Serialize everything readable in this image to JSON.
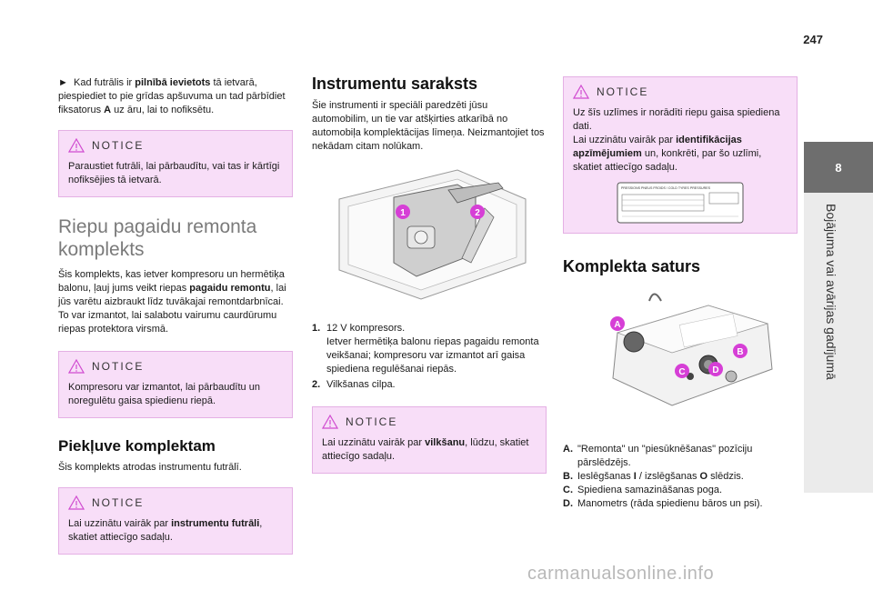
{
  "page": {
    "number": "247",
    "chapter_number": "8",
    "chapter_title": "Bojājuma vai avārijas gadījumā"
  },
  "col1": {
    "intro": {
      "arrow": "►",
      "p1": "Kad futrālis ir ",
      "b1": "pilnībā ievietots",
      "p2": " tā ietvarā, piespiediet to pie grīdas apšuvuma un tad pārbīdiet fiksatorus ",
      "b2": "A",
      "p3": " uz āru, lai to nofiksētu."
    },
    "notice1": {
      "title": "NOTICE",
      "text": "Paraustiet futrāli, lai pārbaudītu, vai tas ir kārtīgi nofiksējies tā ietvarā."
    },
    "section_title_l1": "Riepu pagaidu remonta",
    "section_title_l2": "komplekts",
    "section_text": {
      "p1": "Šis komplekts, kas ietver kompresoru un hermētiķa balonu, ļauj jums veikt riepas ",
      "b1": "pagaidu remontu",
      "p2": ", lai jūs varētu aizbraukt līdz tuvākajai remontdarbnīcai.",
      "p3": "To var izmantot, lai salabotu vairumu caurdūrumu riepas protektora virsmā."
    },
    "notice2": {
      "title": "NOTICE",
      "text": "Kompresoru var izmantot, lai pārbaudītu un noregulētu gaisa spiedienu riepā."
    },
    "access_title": "Piekļuve komplektam",
    "access_text": "Šis komplekts atrodas instrumentu futrālī.",
    "notice3": {
      "title": "NOTICE",
      "p1": "Lai uzzinātu vairāk par ",
      "b1": "instrumentu futrāli",
      "p2": ", skatiet attiecīgo sadaļu."
    }
  },
  "col2": {
    "title": "Instrumentu saraksts",
    "intro": "Šie instrumenti ir speciāli paredzēti jūsu automobilim, un tie var atšķirties atkarībā no automobiļa komplektācijas līmeņa. Neizmantojiet tos nekādam citam nolūkam.",
    "items": [
      {
        "key": "1.",
        "line1": "12 V kompresors.",
        "line2": "Ietver hermētiķa balonu riepas pagaidu remonta veikšanai; kompresoru var izmantot arī gaisa spiediena regulēšanai riepās."
      },
      {
        "key": "2.",
        "line1": "Vilkšanas cilpa.",
        "line2": ""
      }
    ],
    "notice": {
      "title": "NOTICE",
      "p1": "Lai uzzinātu vairāk par ",
      "b1": "vilkšanu",
      "p2": ", lūdzu, skatiet attiecīgo sadaļu."
    },
    "callouts": [
      "1",
      "2"
    ]
  },
  "col3": {
    "notice": {
      "title": "NOTICE",
      "p1": "Uz šīs uzlīmes ir norādīti riepu gaisa spiediena dati.",
      "p2": "Lai uzzinātu vairāk par ",
      "b1": "identifikācijas apzīmējumiem",
      "p3": " un, konkrēti, par šo uzlīmi, skatiet attiecīgo sadaļu."
    },
    "label_header": "PRESSIONS PNEUS FROIDS / COLD TYRES PRESSURES",
    "kit_title": "Komplekta saturs",
    "callouts": [
      "A",
      "B",
      "C",
      "D"
    ],
    "items": [
      {
        "key": "A.",
        "text": "\"Remonta\" un \"piesūknēšanas\" pozīciju pārslēdzējs."
      },
      {
        "key": "B.",
        "p1": "Ieslēgšanas ",
        "b1": "I",
        "p2": " / izslēgšanas ",
        "b2": "O",
        "p3": " slēdzis."
      },
      {
        "key": "C.",
        "text": "Spiediena samazināšanas poga."
      },
      {
        "key": "D.",
        "text": "Manometrs (rāda spiedienu bāros un psi)."
      }
    ]
  },
  "watermark": "carmanualsonline.info",
  "colors": {
    "notice_bg": "#f8def8",
    "notice_border": "#e4b0e4",
    "callout": "#d63fd6",
    "side_tab": "#6e6e6e"
  }
}
